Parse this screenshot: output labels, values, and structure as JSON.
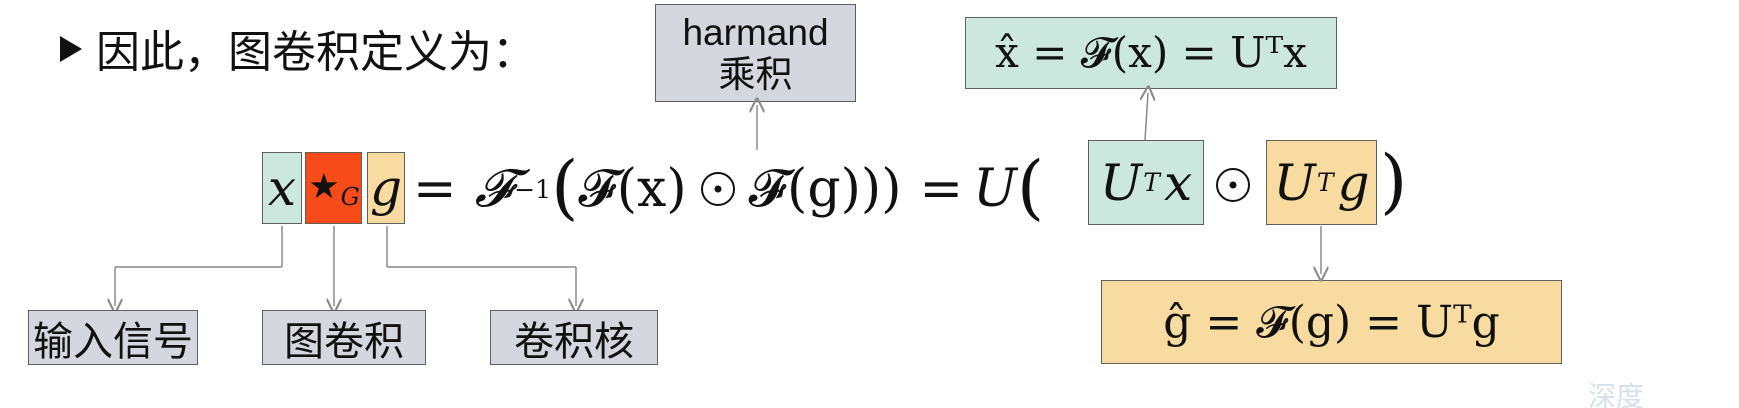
{
  "heading": {
    "bullet_icon": "arrow-bullet",
    "text": "因此，图卷积定义为："
  },
  "top_label": {
    "line1": "harmand",
    "line2": "乘积"
  },
  "fourier_definitions": {
    "x_hat": "x̂ = 𝓕(x) = Uᵀx",
    "g_hat": "ĝ = 𝓕(g) = Uᵀg"
  },
  "equation": {
    "x": "x",
    "star": "★",
    "star_sub": "G",
    "g": "g",
    "equals": "=",
    "F_symbol": "𝓕",
    "minus_one": "−1",
    "F_x": "𝓕(x)",
    "F_g": "𝓕(g)",
    "close_parens": "))",
    "U": "U",
    "T": "T",
    "x_tail": "x",
    "g_tail": "g"
  },
  "bottom_labels": {
    "input_signal": "输入信号",
    "graph_convolution": "图卷积",
    "convolution_kernel": "卷积核"
  },
  "watermark": {
    "text": "深度"
  },
  "colors": {
    "gray_box": "#d4d7de",
    "green_box": "#cce7dd",
    "yellow_box": "#f8dba0",
    "orange_box": "#f84b1a",
    "line_color": "#8a8a8a"
  }
}
